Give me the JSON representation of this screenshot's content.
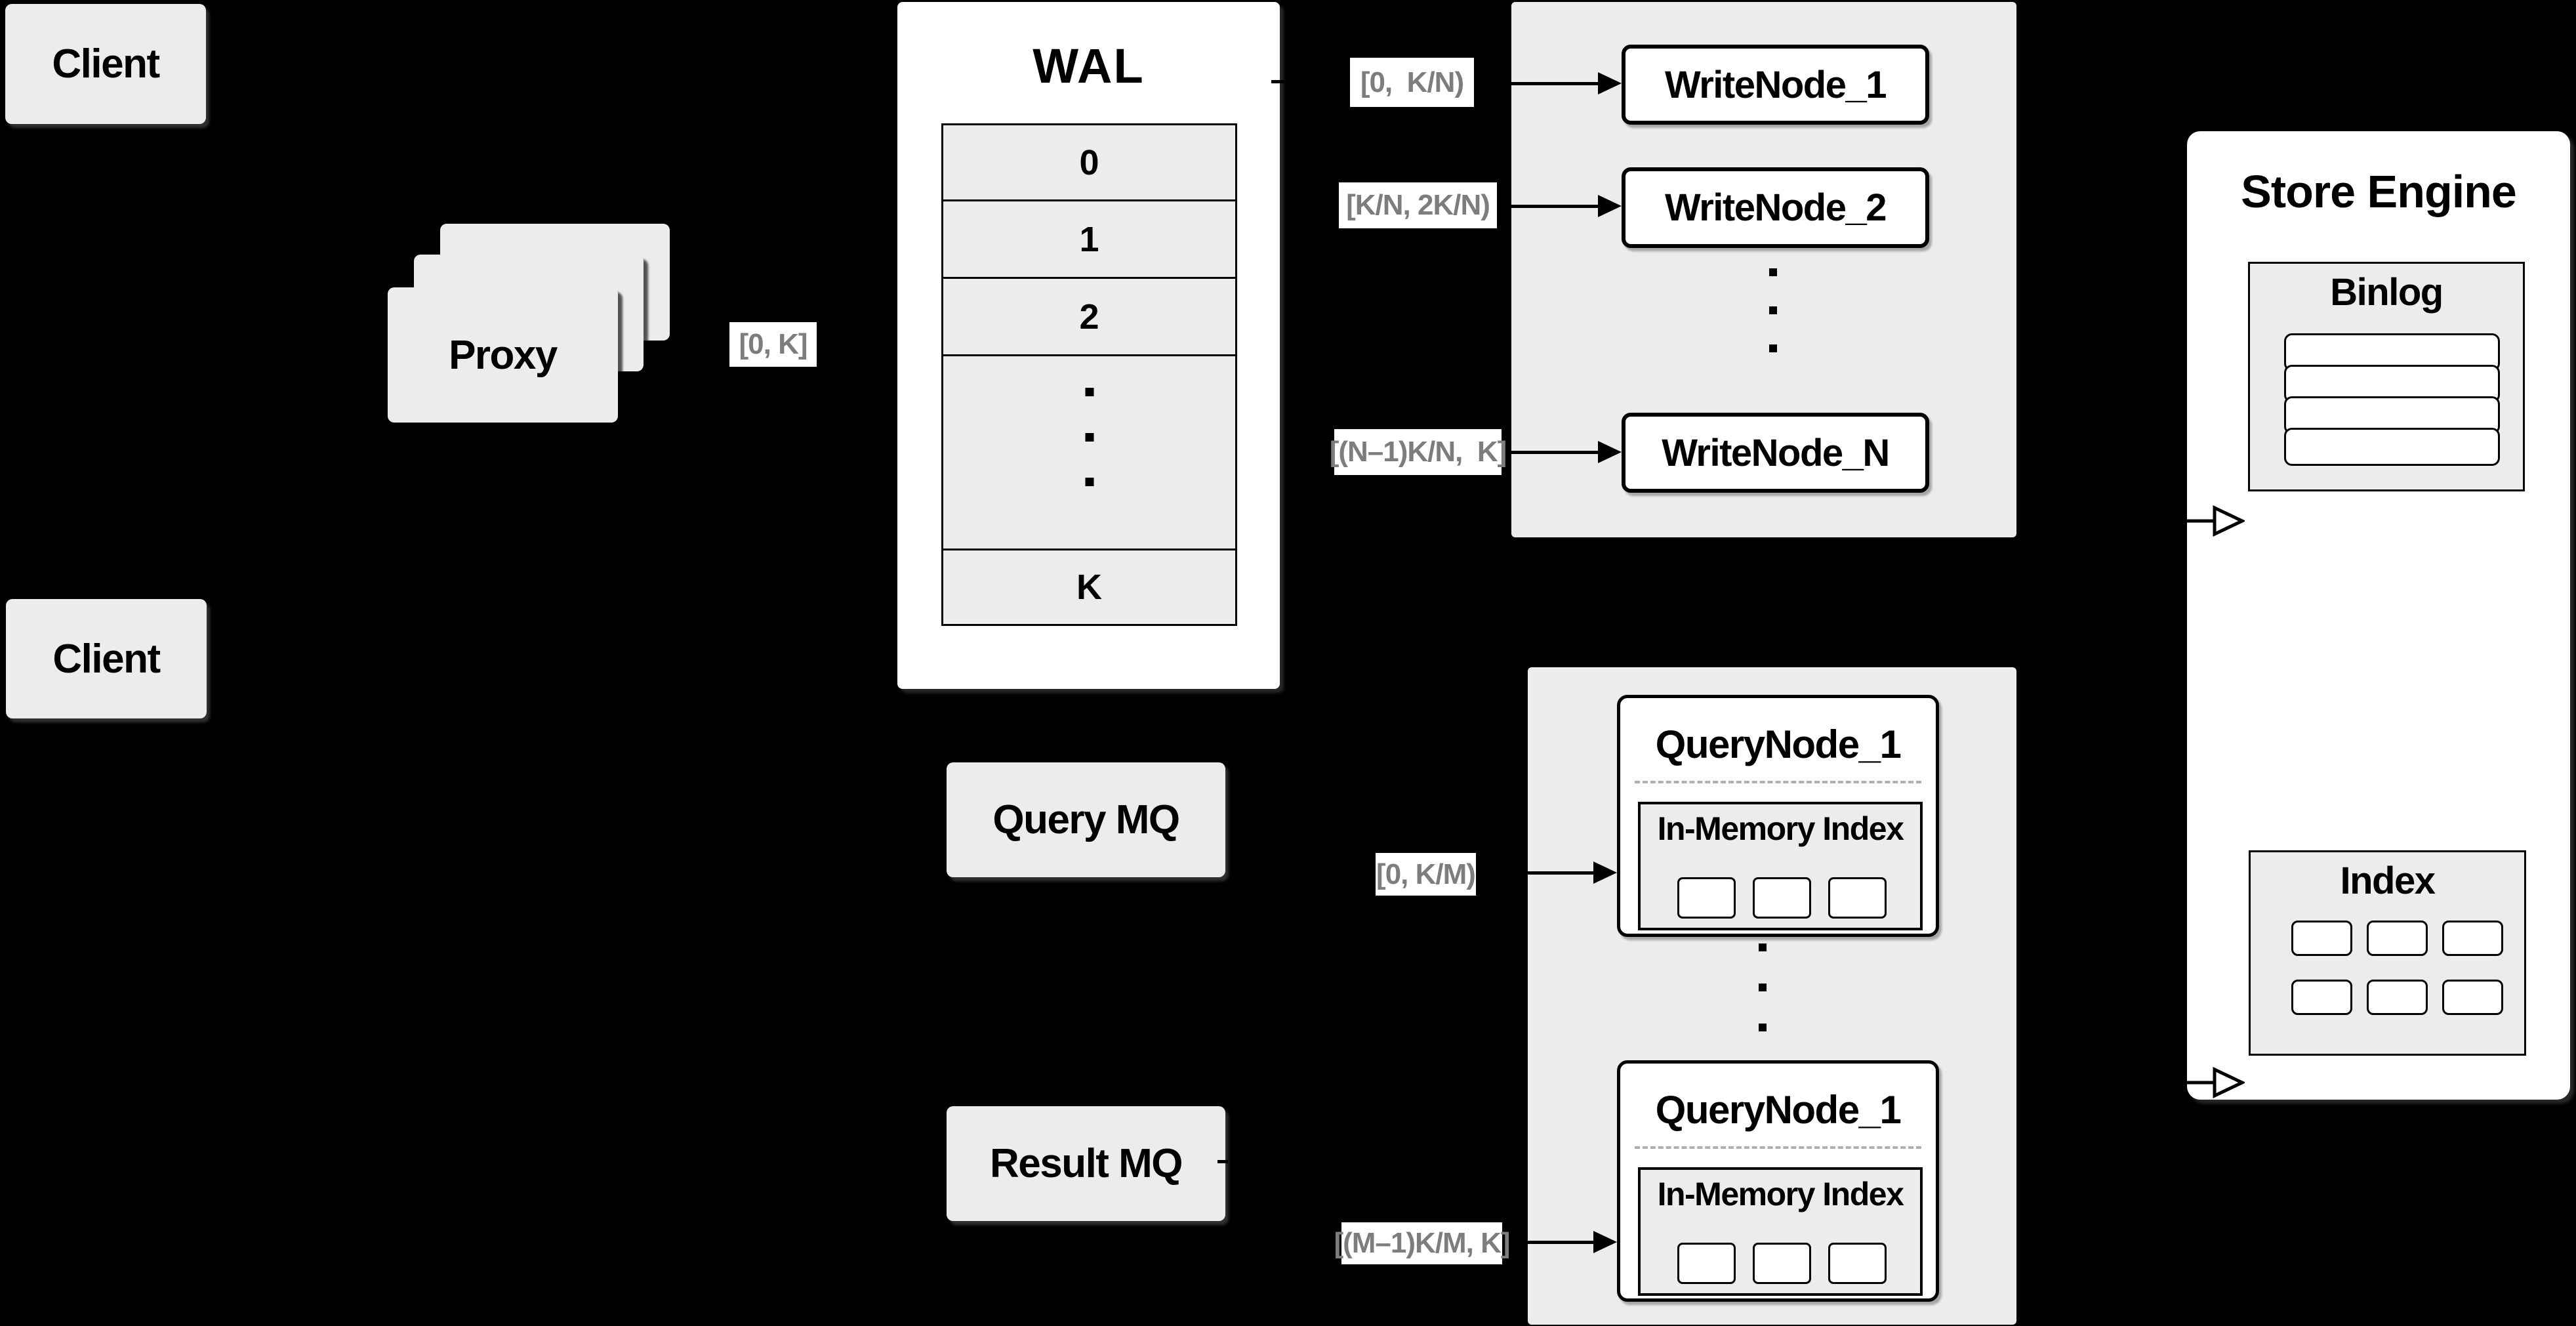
{
  "colors": {
    "background": "#000000",
    "box_gray": "#ececec",
    "box_white": "#ffffff",
    "border": "#000000",
    "range_label_text": "#7d7d7d",
    "dashed_divider": "#b0b0b0"
  },
  "clients": [
    {
      "label": "Client"
    },
    {
      "label": "Client"
    }
  ],
  "proxy": {
    "label": "Proxy",
    "range_label": "[0, K]"
  },
  "wal": {
    "title": "WAL",
    "segments": [
      "0",
      "1",
      "2",
      "K"
    ]
  },
  "write_group": {
    "range_labels": [
      "[0,  K/N)",
      "[K/N, 2K/N)",
      "[(N–1)K/N,  K]"
    ],
    "nodes": [
      {
        "label": "WriteNode_1"
      },
      {
        "label": "WriteNode_2"
      },
      {
        "label": "WriteNode_N"
      }
    ]
  },
  "mq": {
    "query_label": "Query MQ",
    "result_label": "Result MQ"
  },
  "query_group": {
    "range_labels": [
      "[0, K/M)",
      "[(M–1)K/M, K]"
    ],
    "nodes": [
      {
        "title": "QueryNode_1",
        "index_title": "In-Memory Index"
      },
      {
        "title": "QueryNode_1",
        "index_title": "In-Memory Index"
      }
    ]
  },
  "store_engine": {
    "title": "Store Engine",
    "binlog_title": "Binlog",
    "index_title": "Index"
  }
}
